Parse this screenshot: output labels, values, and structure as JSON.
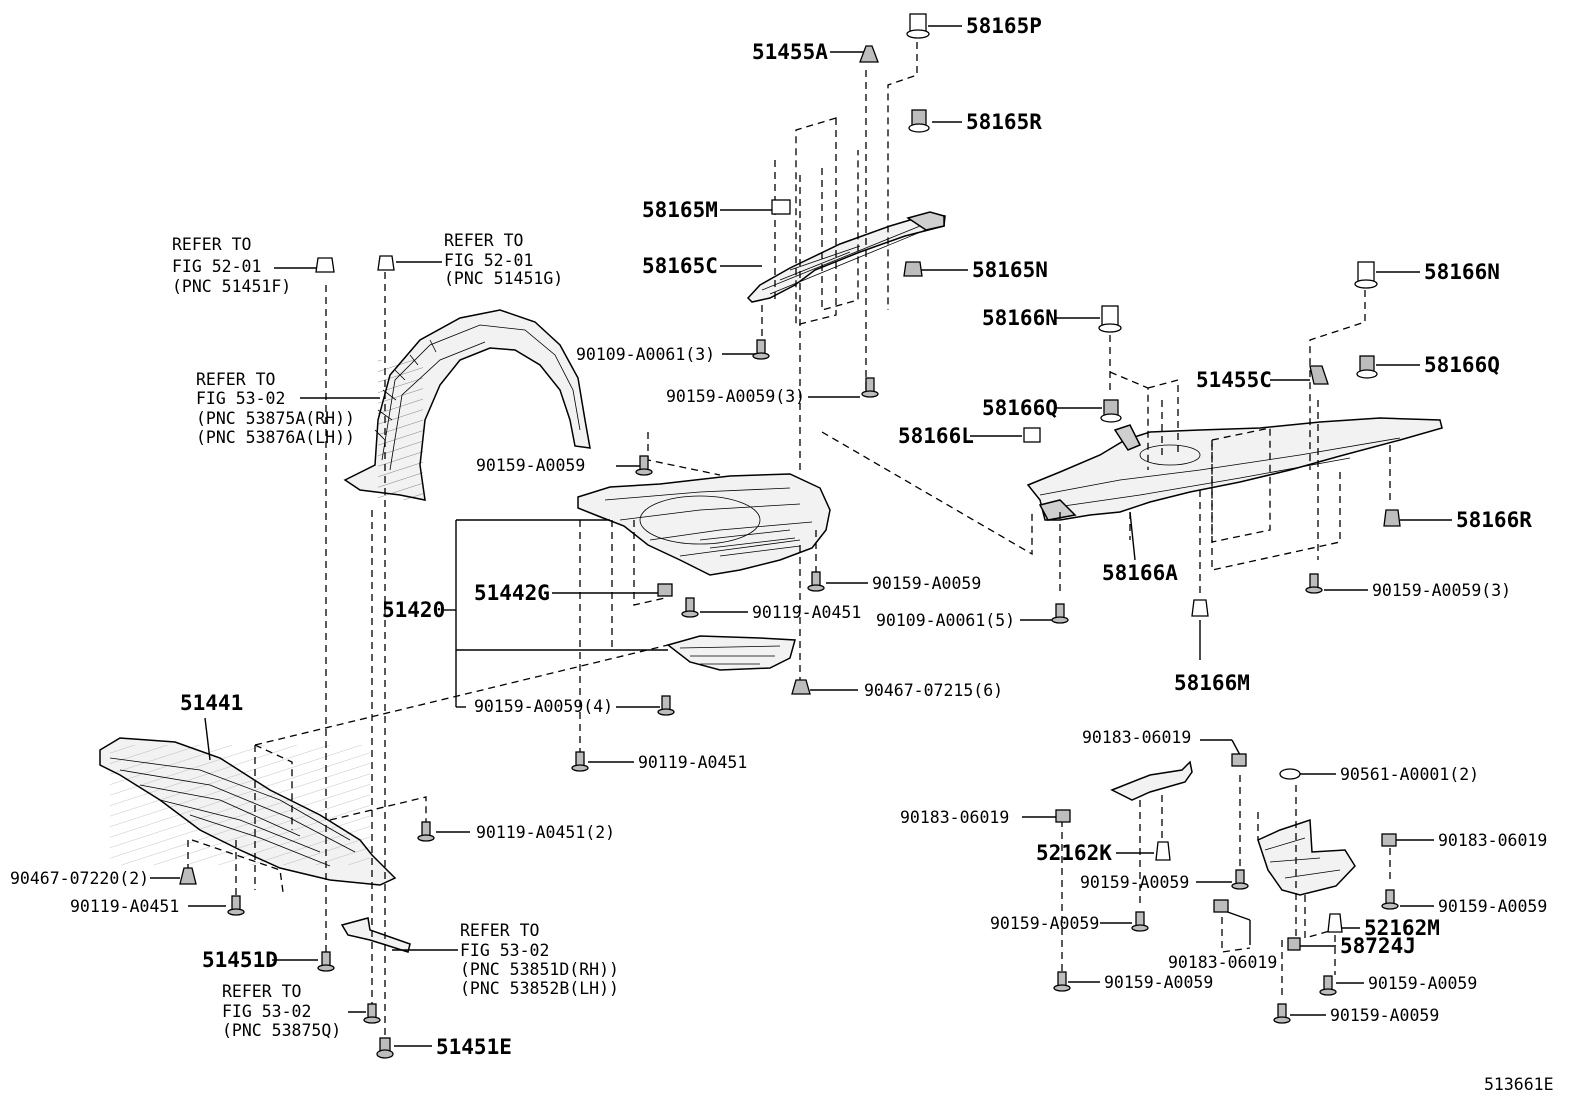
{
  "diagram_id": "513661E",
  "labels": {
    "p58165P": "58165P",
    "p51455A": "51455A",
    "p58165R": "58165R",
    "p58165M": "58165M",
    "p58165C": "58165C",
    "p58165N": "58165N",
    "p90109_3": "90109-A0061(3)",
    "p90159_3a": "90159-A0059(3)",
    "ref52_left_1": "REFER TO",
    "ref52_left_2": "FIG 52-01",
    "ref52_left_3": "(PNC 51451F)",
    "ref52_right_1": "REFER TO",
    "ref52_right_2": "FIG 52-01",
    "ref52_right_3": "(PNC 51451G)",
    "ref53_liner_1": "REFER TO",
    "ref53_liner_2": "FIG 53-02",
    "ref53_liner_3": "(PNC 53875A(RH))",
    "ref53_liner_4": "(PNC 53876A(LH))",
    "p90159_a": "90159-A0059",
    "p51420": "51420",
    "p51442G": "51442G",
    "p90119_a": "90119-A0451",
    "p90159_b": "90159-A0059",
    "p90109_5": "90109-A0061(5)",
    "p90467_6": "90467-07215(6)",
    "p90159_4": "90159-A0059(4)",
    "p90119_b": "90119-A0451",
    "p51441": "51441",
    "p90119_2": "90119-A0451(2)",
    "p90467_2": "90467-07220(2)",
    "p90119_c": "90119-A0451",
    "p51451D": "51451D",
    "ref53_mid_1": "REFER TO",
    "ref53_mid_2": "FIG 53-02",
    "ref53_mid_3": "(PNC 53851D(RH))",
    "ref53_mid_4": "(PNC 53852B(LH))",
    "ref53_low_1": "REFER TO",
    "ref53_low_2": "FIG 53-02",
    "ref53_low_3": "(PNC 53875Q)",
    "p51451E": "51451E",
    "p58166N_a": "58166N",
    "p58166N_b": "58166N",
    "p58166Q_a": "58166Q",
    "p58166Q_b": "58166Q",
    "p51455C": "51455C",
    "p58166L": "58166L",
    "p58166R": "58166R",
    "p58166A": "58166A",
    "p90159_3b": "90159-A0059(3)",
    "p58166M": "58166M",
    "p90183_a": "90183-06019",
    "p90561": "90561-A0001(2)",
    "p90183_b": "90183-06019",
    "p90183_c": "90183-06019",
    "p52162K": "52162K",
    "p90159_c": "90159-A0059",
    "p90159_d": "90159-A0059",
    "p90159_e": "90159-A0059",
    "p52162M": "52162M",
    "p58724J": "58724J",
    "p90183_d": "90183-06019",
    "p90159_f": "90159-A0059",
    "p90159_g": "90159-A0059",
    "p90159_h": "90159-A0059"
  }
}
